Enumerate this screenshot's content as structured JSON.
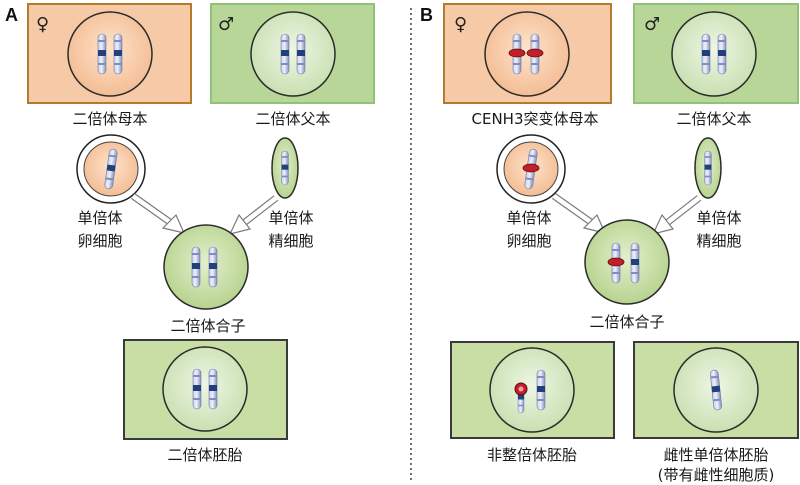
{
  "panel_a": {
    "letter": "A",
    "female_symbol": "♀",
    "male_symbol": "♂",
    "mother_label": "二倍体母本",
    "father_label": "二倍体父本",
    "egg_label_1": "单倍体",
    "egg_label_2": "卵细胞",
    "sperm_label_1": "单倍体",
    "sperm_label_2": "精细胞",
    "zygote_label": "二倍体合子",
    "embryo_label": "二倍体胚胎"
  },
  "panel_b": {
    "letter": "B",
    "female_symbol": "♀",
    "male_symbol": "♂",
    "mother_label": "CENH3突变体母本",
    "father_label": "二倍体父本",
    "egg_label_1": "单倍体",
    "egg_label_2": "卵细胞",
    "sperm_label_1": "单倍体",
    "sperm_label_2": "精细胞",
    "zygote_label": "二倍体合子",
    "aneuploid_label": "非整倍体胚胎",
    "haploid_label_1": "雌性单倍体胚胎",
    "haploid_label_2": "(带有雌性细胞质)"
  },
  "colors": {
    "female_fill": "#f6c9a4",
    "female_border": "#b87a2c",
    "male_fill": "#b9d79a",
    "male_border": "#8fbf73",
    "embryo_fill": "#c9dea5",
    "embryo_border": "#3a3a3a",
    "chromosome": "#8d99c4",
    "chromosome_band": "#243f78",
    "mutant_centromere": "#c4202a"
  }
}
